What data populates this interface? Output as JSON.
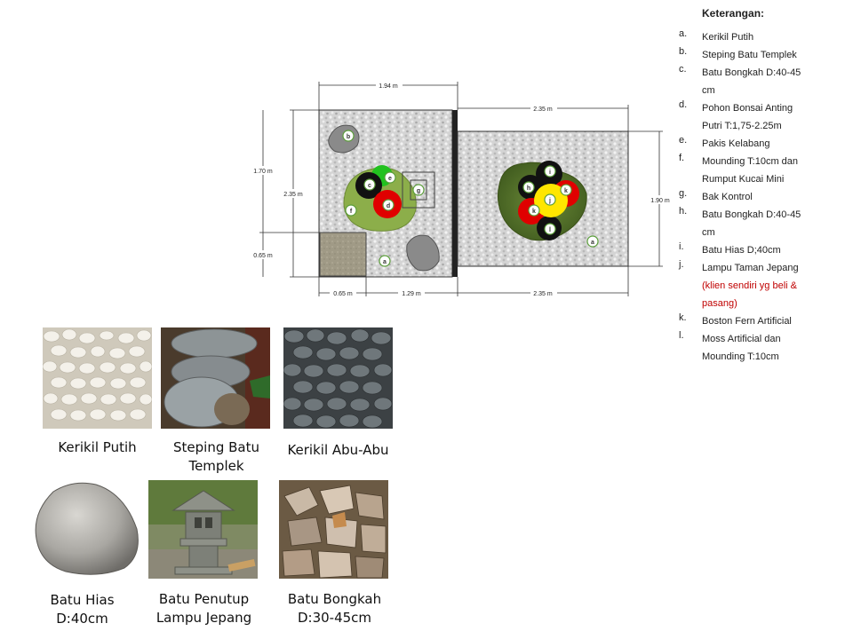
{
  "dimensions": {
    "top_width": "1.94 m",
    "right_top_width": "2.35 m",
    "left_total_height": "2.35 m",
    "left_upper_height": "1.70 m",
    "left_lower_height": "0.65 m",
    "right_height": "1.90 m",
    "bottom_left": "0.65 m",
    "bottom_mid": "1.29 m",
    "bottom_right": "2.35 m"
  },
  "markers": {
    "a": "a",
    "b": "b",
    "c": "c",
    "d": "d",
    "e": "e",
    "f": "f",
    "g": "g",
    "h": "h",
    "i": "i",
    "j": "j",
    "k": "k",
    "l": "l"
  },
  "legend": {
    "title": "Keterangan:",
    "items": [
      {
        "letter": "a.",
        "text": "Kerikil Putih",
        "note": ""
      },
      {
        "letter": "b.",
        "text": "Steping Batu Templek",
        "note": ""
      },
      {
        "letter": "c.",
        "text": "Batu Bongkah D:40-45 cm",
        "note": ""
      },
      {
        "letter": "d.",
        "text": "Pohon Bonsai Anting Putri T:1,75-2.25m",
        "note": ""
      },
      {
        "letter": "e.",
        "text": "Pakis Kelabang",
        "note": ""
      },
      {
        "letter": "f.",
        "text": "Mounding T:10cm dan Rumput Kucai Mini",
        "note": ""
      },
      {
        "letter": "g.",
        "text": "Bak Kontrol",
        "note": ""
      },
      {
        "letter": "h.",
        "text": "Batu Bongkah D:40-45 cm",
        "note": ""
      },
      {
        "letter": "i.",
        "text": "Batu Hias D;40cm",
        "note": ""
      },
      {
        "letter": "j.",
        "text": "Lampu Taman Jepang",
        "note": "(klien sendiri yg beli & pasang)"
      },
      {
        "letter": "k.",
        "text": "Boston Fern Artificial",
        "note": ""
      },
      {
        "letter": "l.",
        "text": "Moss Artificial dan Mounding T:10cm",
        "note": ""
      }
    ]
  },
  "materials": [
    {
      "caption": "Kerikil Putih"
    },
    {
      "caption": "Steping Batu\nTemplek"
    },
    {
      "caption": "Kerikil Abu-Abu"
    },
    {
      "caption": "Batu Hias\nD:40cm"
    },
    {
      "caption": "Batu Penutup\nLampu Jepang"
    },
    {
      "caption": "Batu Bongkah\nD:30-45cm"
    }
  ],
  "colors": {
    "gravel": "#d9d9d9",
    "moss": "#556b2f",
    "mound_green": "#8cae4a",
    "red": "#e00000",
    "black": "#111111",
    "yellow": "#ffe600",
    "bright_green": "#22c11f",
    "note_red": "#c00000"
  }
}
